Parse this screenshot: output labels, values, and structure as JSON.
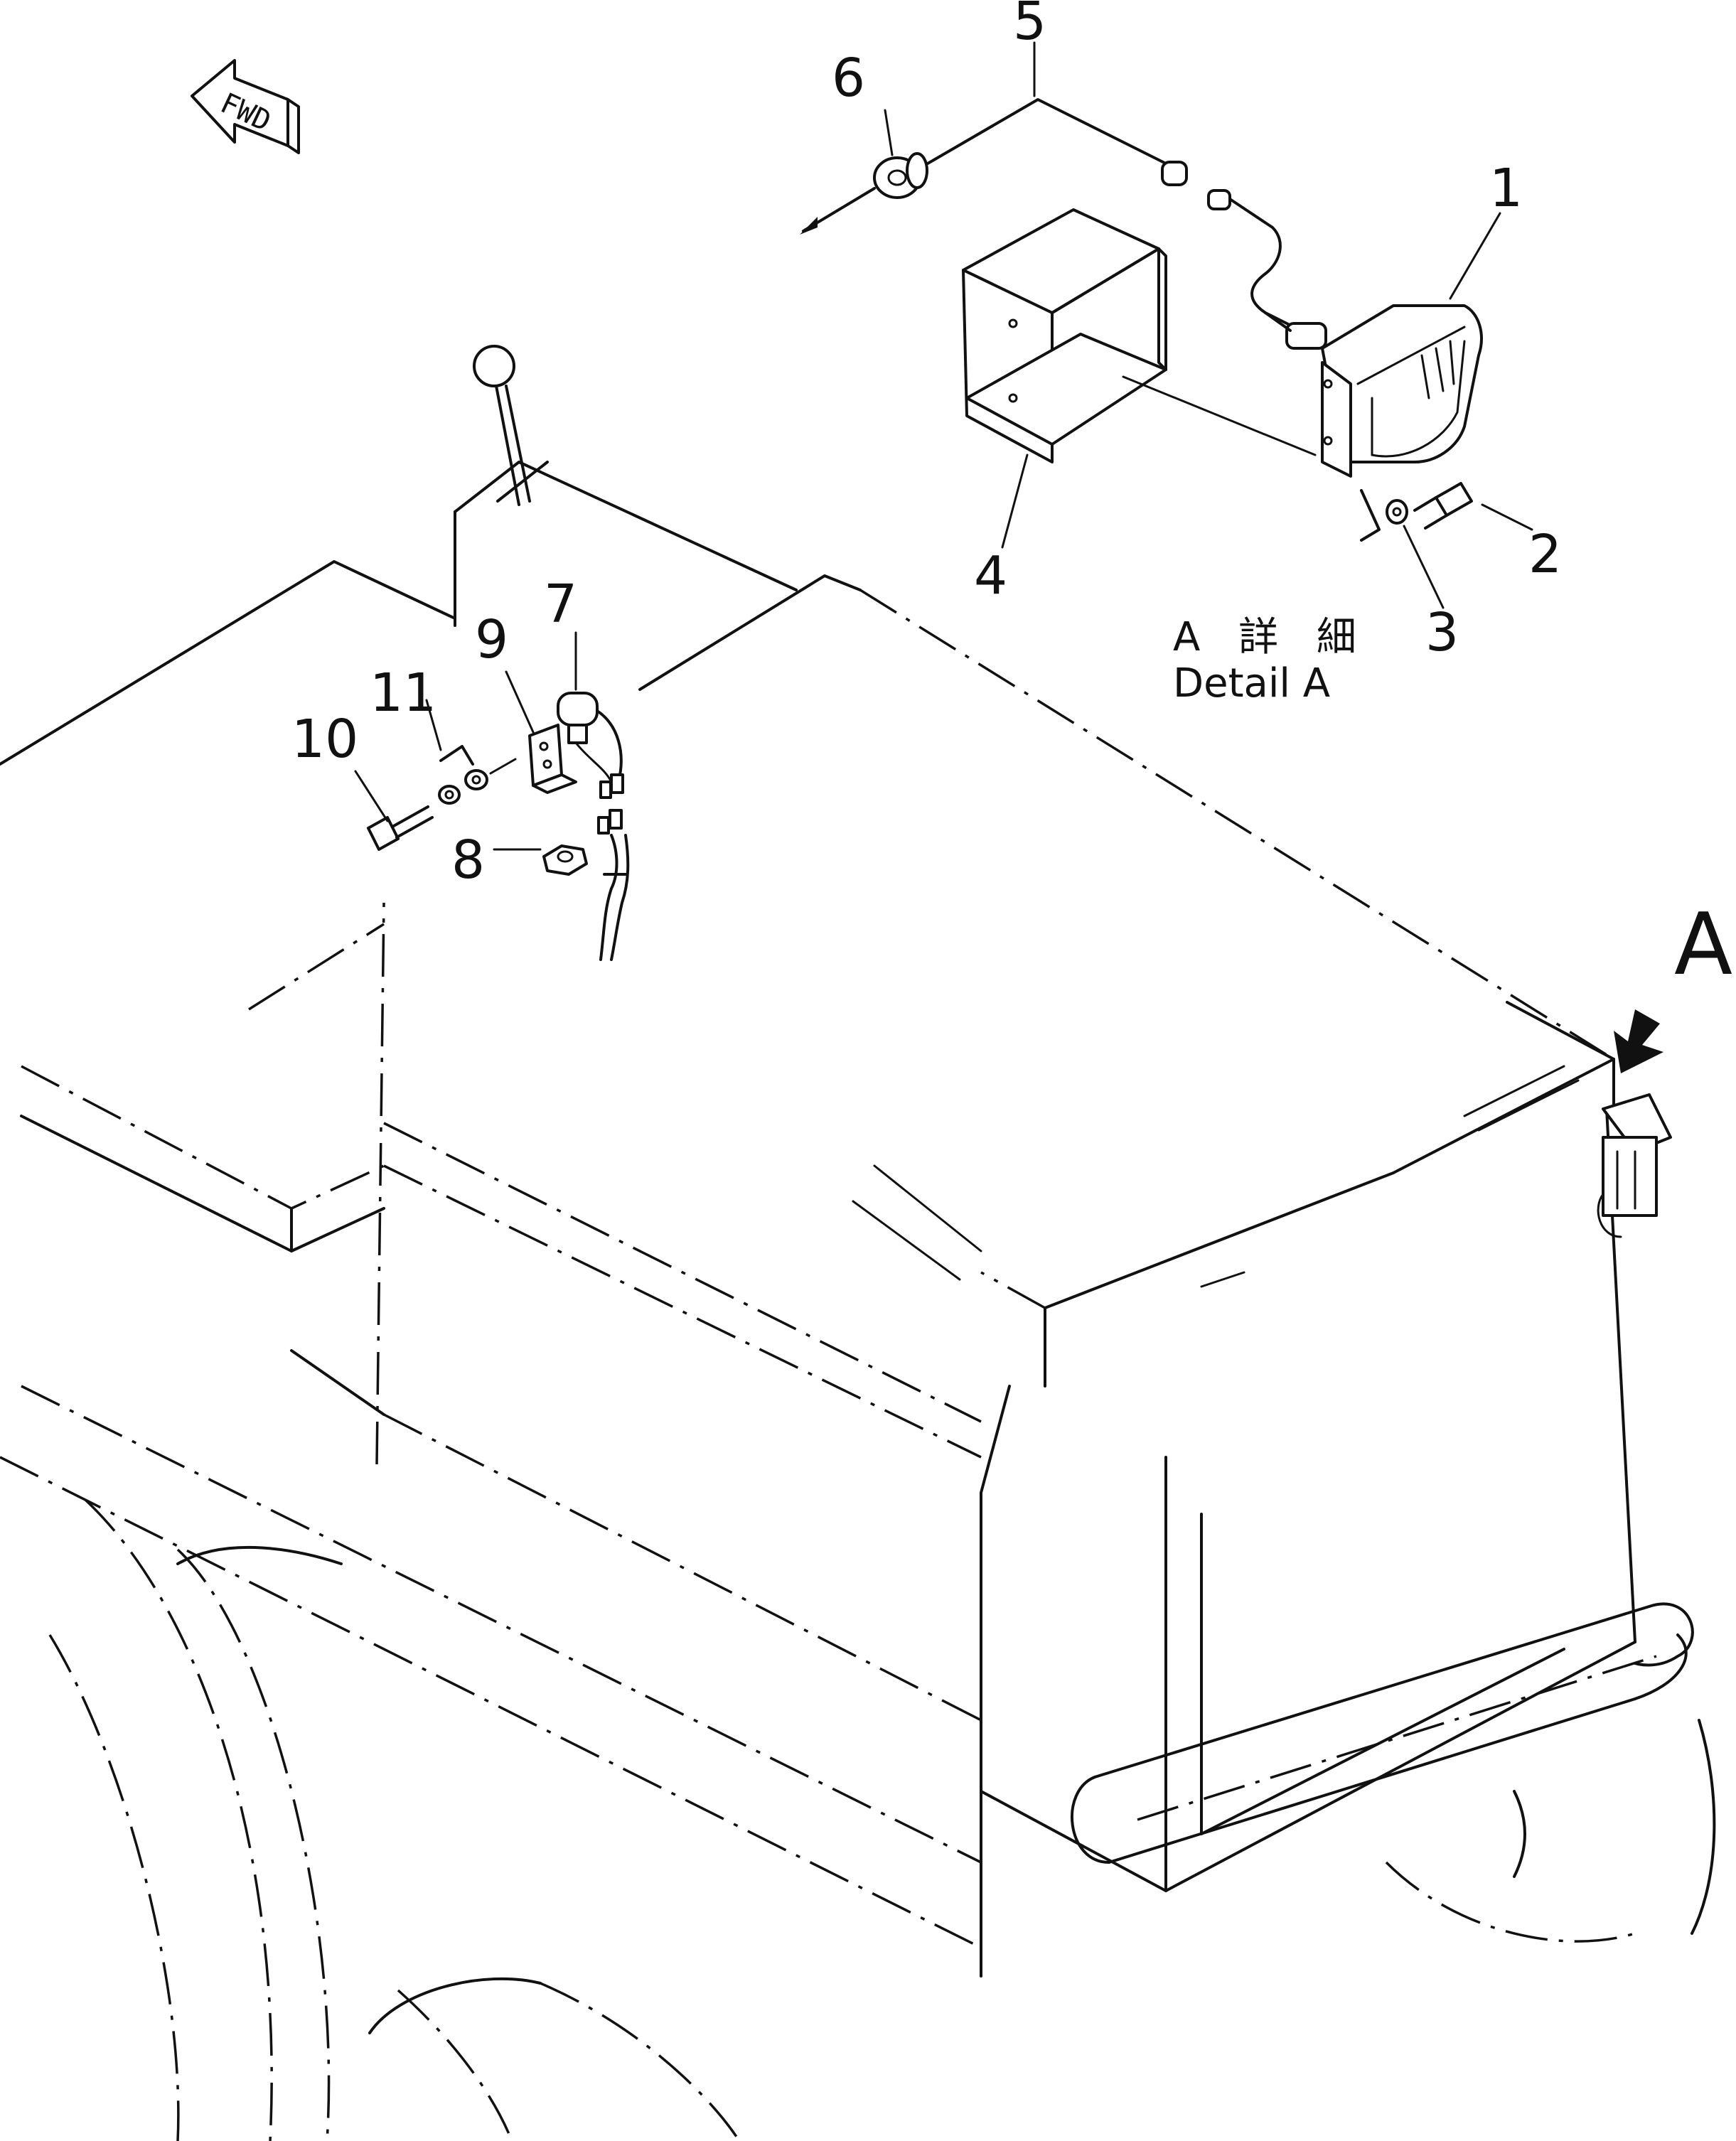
{
  "fwd_label": "FWD",
  "detail_marker": "A",
  "detail_caption_jp": "A 詳 細",
  "detail_caption_en": "Detail A",
  "callouts": [
    "1",
    "2",
    "3",
    "4",
    "5",
    "6",
    "7",
    "8",
    "9",
    "10",
    "11"
  ]
}
